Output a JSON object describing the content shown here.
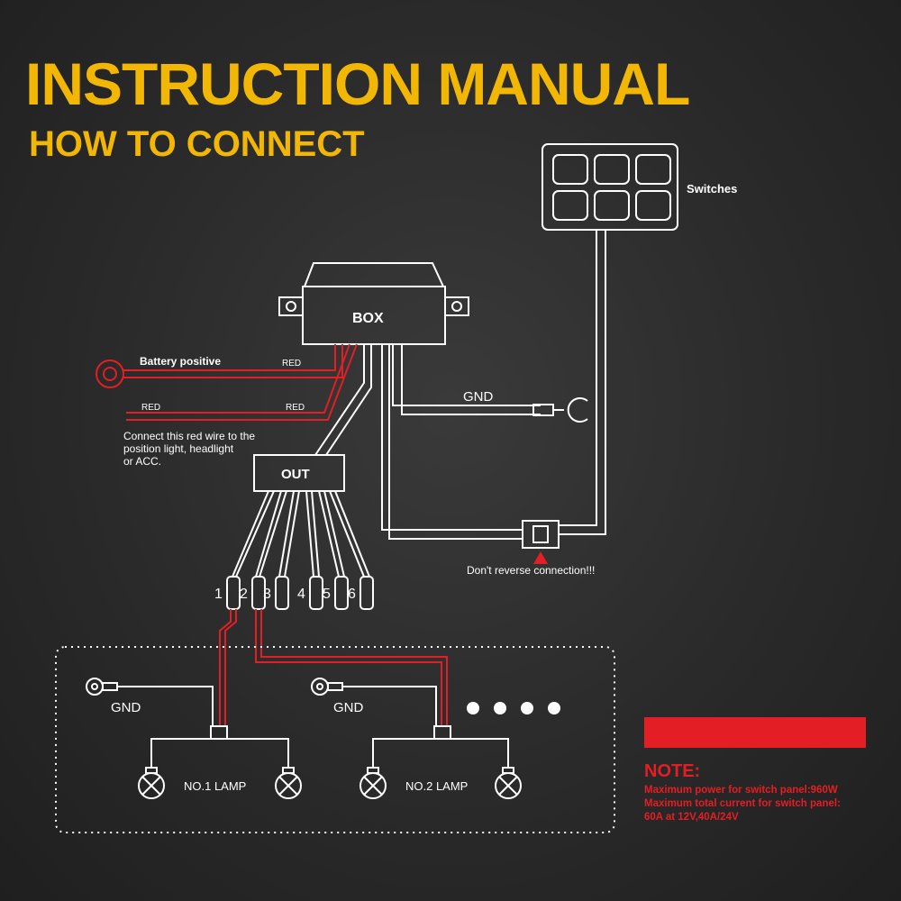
{
  "header": {
    "title": "INSTRUCTION MANUAL",
    "subtitle": "HOW TO CONNECT"
  },
  "diagram": {
    "switches_label": "Switches",
    "box_label": "BOX",
    "out_label": "OUT",
    "battery_label": "Battery positive",
    "red_wire_labels": [
      "RED",
      "RED",
      "RED"
    ],
    "acc_note": [
      "Connect this red wire to the",
      "position light, headlight",
      "or ACC."
    ],
    "gnd_box_label": "GND",
    "warning": "Don't reverse connection!!!",
    "connector_numbers": [
      "1",
      "2",
      "3",
      "4",
      "5",
      "6"
    ],
    "lamp_groups": [
      {
        "gnd_label": "GND",
        "lamp_label": "NO.1 LAMP"
      },
      {
        "gnd_label": "GND",
        "lamp_label": "NO.2 LAMP"
      }
    ]
  },
  "note": {
    "heading": "NOTE:",
    "lines": [
      "Maximum power for switch panel:960W",
      "Maximum total current for switch panel:",
      "60A at 12V,40A/24V"
    ]
  },
  "colors": {
    "accent": "#f2b705",
    "wire_red": "#e31e24",
    "line": "#ffffff",
    "background": "#2a2a2a"
  }
}
